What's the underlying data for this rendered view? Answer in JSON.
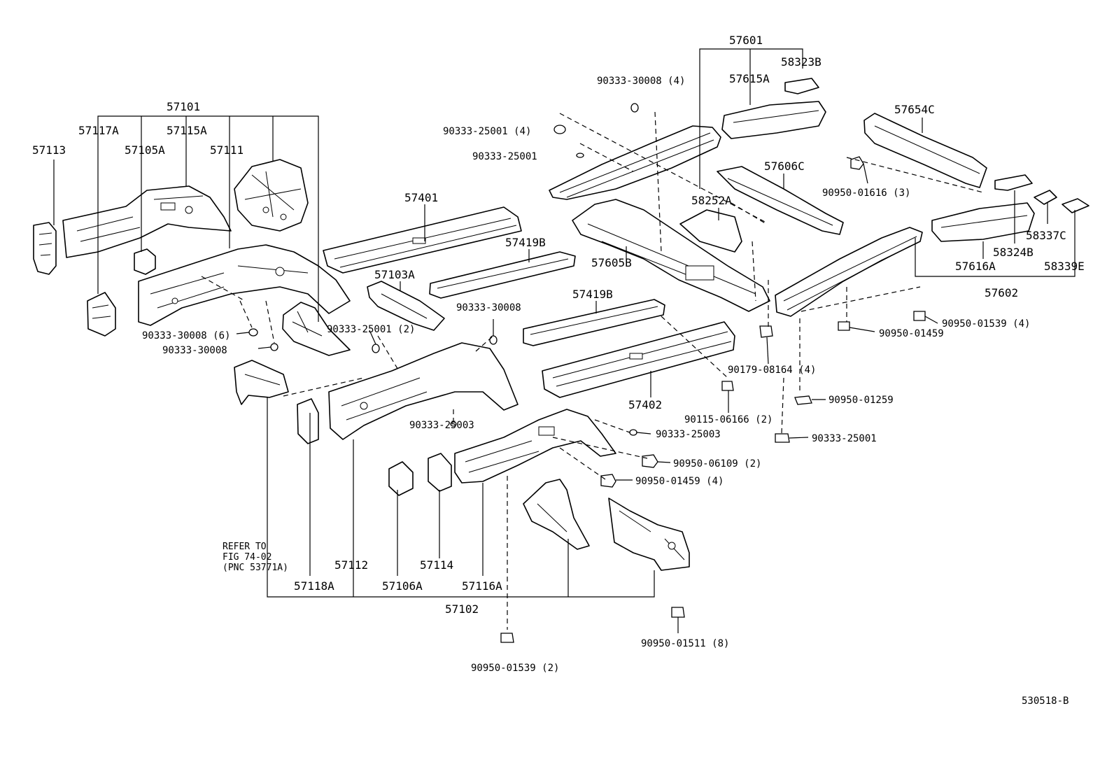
{
  "labels": {
    "p57101": "57101",
    "p57117A": "57117A",
    "p57115A": "57115A",
    "p57113": "57113",
    "p57105A": "57105A",
    "p57111": "57111",
    "p57401": "57401",
    "p57419B_a": "57419B",
    "p57103A": "57103A",
    "p57419B_b": "57419B",
    "p57402": "57402",
    "p57601": "57601",
    "p58323B": "58323B",
    "p57615A": "57615A",
    "p57654C": "57654C",
    "p57606C": "57606C",
    "p58252A": "58252A",
    "p57605B": "57605B",
    "p58337C": "58337C",
    "p58324B": "58324B",
    "p57616A": "57616A",
    "p58339E": "58339E",
    "p57602": "57602",
    "p57112": "57112",
    "p57118A": "57118A",
    "p57106A": "57106A",
    "p57114": "57114",
    "p57116A": "57116A",
    "p57102": "57102",
    "f90333_30008_4": "90333-30008 (4)",
    "f90333_25001_4": "90333-25001 (4)",
    "f90333_25001_a": "90333-25001",
    "f90333_30008_6": "90333-30008 (6)",
    "f90333_30008_a": "90333-30008",
    "f90333_25001_2": "90333-25001 (2)",
    "f90333_30008_b": "90333-30008",
    "f90333_25003_a": "90333-25003",
    "f90333_25003_b": "90333-25003",
    "f90950_06109_2": "90950-06109 (2)",
    "f90950_01459_4": "90950-01459 (4)",
    "f90950_01616_3": "90950-01616 (3)",
    "f90950_01539_4": "90950-01539 (4)",
    "f90950_01459": "90950-01459",
    "f90179_08164_4": "90179-08164 (4)",
    "f90950_01259": "90950-01259",
    "f90115_06166_2": "90115-06166 (2)",
    "f90333_25001_b": "90333-25001",
    "f90950_01511_8": "90950-01511 (8)",
    "f90950_01539_2": "90950-01539 (2)",
    "refer_line1": "REFER TO",
    "refer_line2": "FIG 74-02",
    "refer_line3": "(PNC 53771A)",
    "figure_id": "530518-B"
  },
  "colors": {
    "line": "#000000",
    "background": "#ffffff"
  }
}
